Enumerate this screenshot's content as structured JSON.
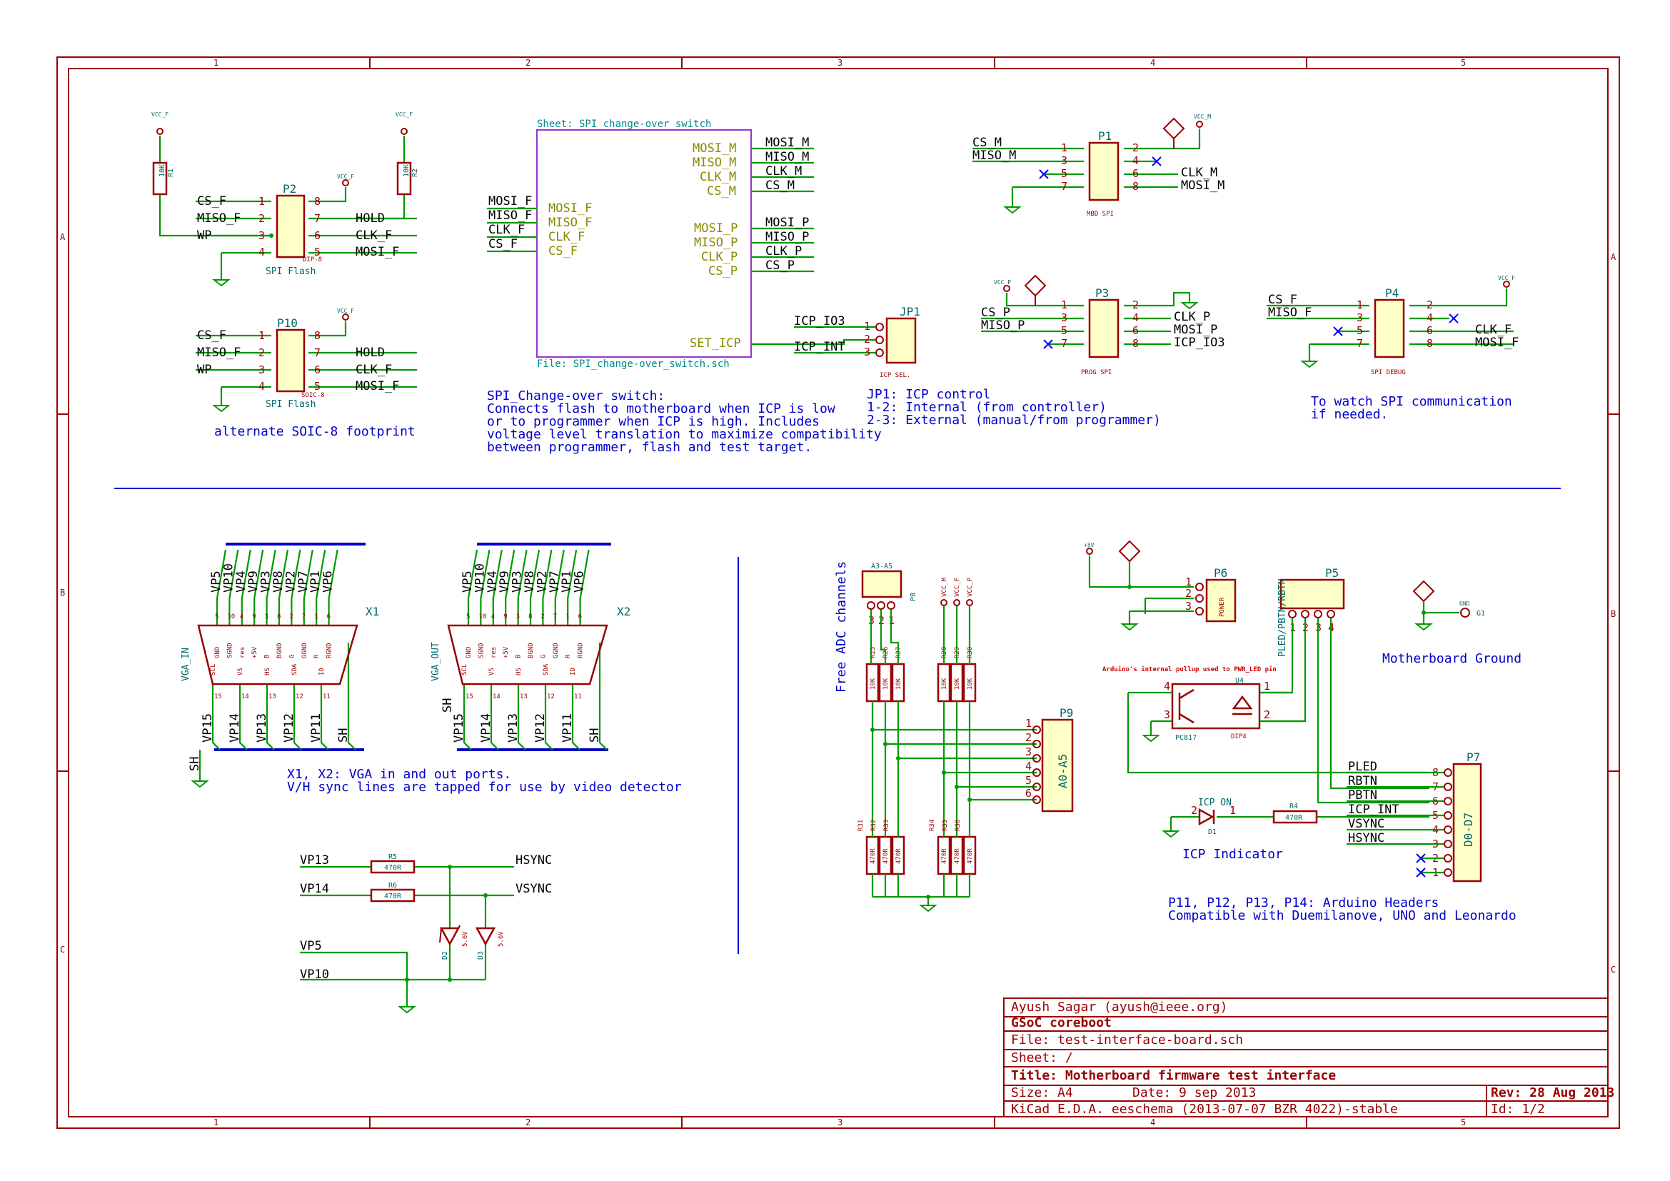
{
  "frame": {
    "columns": [
      "1",
      "2",
      "3",
      "4",
      "5"
    ],
    "rows": [
      "A",
      "B",
      "C"
    ]
  },
  "p2": {
    "ref": "P2",
    "value": "DIP-8",
    "title": "SPI Flash",
    "left_nets": [
      "CS_F",
      "MISO_F",
      "WP",
      ""
    ],
    "right_nets": [
      "",
      "HOLD",
      "CLK_F",
      "MOSI_F"
    ],
    "left_pins": [
      "1",
      "2",
      "3",
      "4"
    ],
    "right_pins": [
      "8",
      "7",
      "6",
      "5"
    ],
    "r1": {
      "ref": "R1",
      "value": "10K"
    },
    "r2": {
      "ref": "R2",
      "value": "10K"
    },
    "vcc": "VCC_F"
  },
  "p10": {
    "ref": "P10",
    "value": "SOIC-8",
    "title": "SPI Flash",
    "left_nets": [
      "CS_F",
      "MISO_F",
      "WP",
      ""
    ],
    "right_nets": [
      "",
      "HOLD",
      "CLK_F",
      "MOSI_F"
    ],
    "left_pins": [
      "1",
      "2",
      "3",
      "4"
    ],
    "right_pins": [
      "8",
      "7",
      "6",
      "5"
    ],
    "vcc": "VCC_F",
    "note": "alternate SOIC-8 footprint"
  },
  "sheet": {
    "name": "Sheet: SPI change-over switch",
    "file": "File: SPI_change-over_switch.sch",
    "left_ports": [
      "MOSI_F",
      "MISO_F",
      "CLK_F",
      "CS_F"
    ],
    "left_nets": [
      "MOSI_F",
      "MISO_F",
      "CLK_F",
      "CS_F"
    ],
    "right_ports_m": [
      "MOSI_M",
      "MISO_M",
      "CLK_M",
      "CS_M"
    ],
    "right_nets_m": [
      "MOSI_M",
      "MISO_M",
      "CLK_M",
      "CS_M"
    ],
    "right_ports_p": [
      "MOSI_P",
      "MISO_P",
      "CLK_P",
      "CS_P"
    ],
    "right_nets_p": [
      "MOSI_P",
      "MISO_P",
      "CLK_P",
      "CS_P"
    ],
    "set_icp": "SET_ICP",
    "note": [
      "SPI_Change-over switch:",
      "Connects flash to motherboard when ICP is low",
      "or to programmer when ICP is high. Includes",
      "voltage level translation to maximize compatibility",
      "between programmer, flash and test target."
    ]
  },
  "jp1": {
    "ref": "JP1",
    "value": "ICP SEL.",
    "nets": [
      "ICP_IO3",
      "",
      "ICP_INT"
    ],
    "pins": [
      "1",
      "2",
      "3"
    ],
    "note": [
      "JP1: ICP control",
      "1-2: Internal (from controller)",
      "2-3: External (manual/from programmer)"
    ]
  },
  "p1": {
    "ref": "P1",
    "value": "MBD SPI",
    "vcc": "VCC_M",
    "left_nets": [
      "CS_M",
      "MISO_M",
      "",
      ""
    ],
    "left_pins": [
      "1",
      "3",
      "5",
      "7"
    ],
    "right_nets": [
      "",
      "",
      "CLK_M",
      "MOSI_M"
    ],
    "right_pins": [
      "2",
      "4",
      "6",
      "8"
    ]
  },
  "p3": {
    "ref": "P3",
    "value": "PROG SPI",
    "vcc": "VCC_P",
    "left_nets": [
      "",
      "CS_P",
      "MISO_P",
      ""
    ],
    "left_pins": [
      "1",
      "3",
      "5",
      "7"
    ],
    "right_nets": [
      "",
      "CLK_P",
      "MOSI_P",
      "ICP_IO3"
    ],
    "right_pins": [
      "2",
      "4",
      "6",
      "8"
    ]
  },
  "p4": {
    "ref": "P4",
    "value": "SPI DEBUG",
    "vcc": "VCC_F",
    "left_nets": [
      "CS_F",
      "MISO_F",
      "",
      ""
    ],
    "left_pins": [
      "1",
      "3",
      "5",
      "7"
    ],
    "right_nets": [
      "",
      "",
      "CLK_F",
      "MOSI_F"
    ],
    "right_pins": [
      "2",
      "4",
      "6",
      "8"
    ],
    "note": [
      "To watch SPI communication",
      "if needed."
    ]
  },
  "vga": {
    "x1": {
      "ref": "X1",
      "value": "VGA_IN"
    },
    "x2": {
      "ref": "X2",
      "value": "VGA_OUT"
    },
    "top_labels": [
      "VP5",
      "VP10",
      "VP4",
      "VP9",
      "VP3",
      "VP8",
      "VP2",
      "VP7",
      "VP1",
      "VP6"
    ],
    "top_pins": [
      "5",
      "10",
      "4",
      "9",
      "3",
      "8",
      "2",
      "7",
      "1",
      "6"
    ],
    "top_names": [
      "GND",
      "SGND",
      "res",
      "+5V",
      "B",
      "BGND",
      "G",
      "GGND",
      "R",
      "RGND"
    ],
    "bottom_labels": [
      "VP15",
      "VP14",
      "VP13",
      "VP12",
      "VP11",
      "SH"
    ],
    "bottom_pins": [
      "15",
      "14",
      "13",
      "12",
      "11"
    ],
    "bottom_names": [
      "SCL",
      "VS",
      "HS",
      "SDA",
      "ID"
    ],
    "sh": "SH",
    "note": [
      "X1, X2: VGA in and out ports.",
      "V/H sync lines are tapped for use by video detector"
    ]
  },
  "sync": {
    "r5": {
      "ref": "R5",
      "value": "470R"
    },
    "r6": {
      "ref": "R6",
      "value": "470R"
    },
    "d2": {
      "ref": "D2",
      "value": "5.6V"
    },
    "d3": {
      "ref": "D3",
      "value": "5.6V"
    },
    "nets": [
      "VP13",
      "VP14",
      "HSYNC",
      "VSYNC",
      "VP5",
      "VP10"
    ]
  },
  "adc": {
    "note": "Free ADC channels",
    "p8": {
      "ref": "P8",
      "value": "A3-A5",
      "pins": [
        "3",
        "2",
        "1"
      ]
    },
    "pullups": [
      "R25",
      "R26",
      "R27",
      "R28",
      "R29",
      "R30"
    ],
    "pullup_value": "10K",
    "series": [
      "R31",
      "R32",
      "R33",
      "R34",
      "R35",
      "R36"
    ],
    "series_value": "470R",
    "vcc": [
      "VCC_M",
      "VCC_F",
      "VCC_P"
    ],
    "p9": {
      "ref": "P9",
      "value": "A0-A5",
      "pins": [
        "1",
        "2",
        "3",
        "4",
        "5",
        "6"
      ]
    }
  },
  "power": {
    "p6": {
      "ref": "P6",
      "value": "POWER",
      "pins": [
        "1",
        "2",
        "3"
      ]
    },
    "vcc": "+5V"
  },
  "p5": {
    "ref": "P5",
    "value": "PLED/PBTN/RBTN",
    "pins": [
      "1",
      "2",
      "3",
      "4"
    ]
  },
  "gnd": {
    "ref": "G1",
    "net": "GND",
    "note": "Motherboard Ground"
  },
  "u4": {
    "ref": "U4",
    "value": "PC817",
    "footprint": "DIP4",
    "note": "Arduino's internal pullup used to PWR_LED pin",
    "pins": [
      "4",
      "1",
      "3",
      "2"
    ]
  },
  "p7": {
    "ref": "P7",
    "value": "D0-D7",
    "nets": [
      "PLED",
      "RBTN",
      "PBTN",
      "ICP_INT",
      "VSYNC",
      "HSYNC",
      "",
      ""
    ],
    "pins": [
      "8",
      "7",
      "6",
      "5",
      "4",
      "3",
      "2",
      "1"
    ]
  },
  "icp_led": {
    "d1": {
      "ref": "D1",
      "value": "ICP ON"
    },
    "r4": {
      "ref": "R4",
      "value": "470R"
    },
    "pins": [
      "2",
      "1"
    ],
    "note": "ICP Indicator"
  },
  "arduino_note": [
    "P11, P12, P13, P14: Arduino Headers",
    "Compatible with Duemilanove, UNO and Leonardo"
  ],
  "title_block": {
    "author": "Ayush Sagar (ayush@ieee.org)",
    "project": "GSoC coreboot",
    "file": "File: test-interface-board.sch",
    "sheet": "Sheet: /",
    "title": "Title: Motherboard firmware test interface",
    "size": "Size: A4",
    "date": "Date: 9 sep 2013",
    "rev": "Rev: 28 Aug 2013",
    "tool": "KiCad E.D.A.  eeschema (2013-07-07 BZR 4022)-stable",
    "id": "Id: 1/2"
  }
}
